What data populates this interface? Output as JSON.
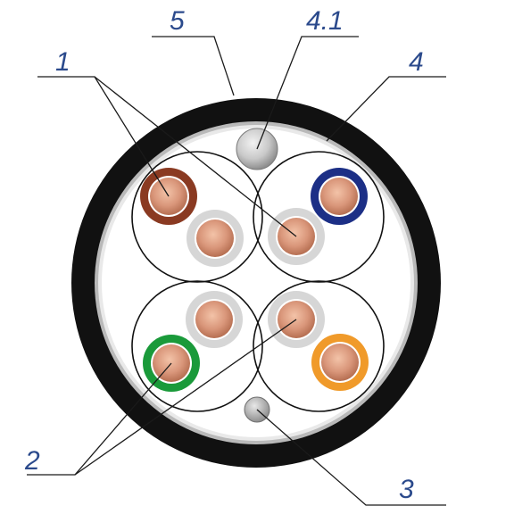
{
  "diagram": {
    "labels": {
      "cores": "1",
      "pair_insulation": "2",
      "drain_wire": "3",
      "outer_sheath": "4",
      "foil_screen": "4.1",
      "jacket_layer": "5"
    },
    "colors": {
      "sheath": "#111111",
      "screen": "#b9b9b9",
      "filler": "#ffffff",
      "copper": "#d9967a",
      "label_text": "#2b4a8c",
      "brown_insulation": "#8a3a22",
      "blue_insulation": "#1c2f86",
      "green_insulation": "#1a9a3a",
      "orange_insulation": "#f09a2a",
      "white_insulation": "#d6d6d6"
    }
  }
}
